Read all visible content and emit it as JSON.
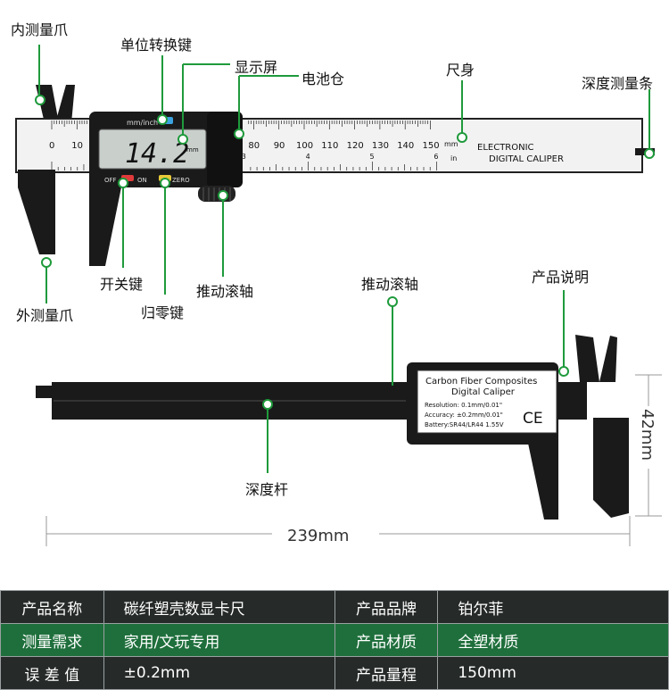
{
  "labels": {
    "inner_jaw": "内测量爪",
    "unit_switch_key": "单位转换键",
    "display_screen": "显示屏",
    "battery_compartment": "电池仓",
    "ruler_body": "尺身",
    "depth_bar_tip": "深度测量条",
    "outer_jaw": "外测量爪",
    "power_key": "开关键",
    "zero_key": "归零键",
    "thumb_roller_top": "推动滚轴",
    "thumb_roller_bottom": "推动滚轴",
    "product_info": "产品说明",
    "depth_rod": "深度杆"
  },
  "caliper_face": {
    "unit_button_label": "mm/inch",
    "reading": "14.2",
    "reading_unit": "mm",
    "off_label": "OFF",
    "on_label": "ON",
    "zero_label": "ZERO",
    "brand_line1": "ELECTRONIC",
    "brand_line2": "DIGITAL CALIPER",
    "scale_mm_unit": "mm",
    "scale_in_unit": "in",
    "mm_ticks": [
      "0",
      "10",
      "80",
      "90",
      "100",
      "110",
      "120",
      "130",
      "140",
      "150"
    ],
    "inch_ticks": [
      "3",
      "4",
      "5",
      "6"
    ]
  },
  "back_label": {
    "title1": "Carbon Fiber Composites",
    "title2": "Digital Caliper",
    "resolution": "Resolution: 0.1mm/0.01\"",
    "accuracy": "Accuracy: ±0.2mm/0.01\"",
    "battery": "Battery:SR44/LR44  1.55V",
    "ce_mark": "CE"
  },
  "dimensions": {
    "length": "239mm",
    "height": "42mm"
  },
  "specs": [
    {
      "key1": "产品名称",
      "val1": "碳纤塑壳数显卡尺",
      "key2": "产品品牌",
      "val2": "铂尔菲"
    },
    {
      "key1": "测量需求",
      "val1": "家用/文玩专用",
      "key2": "产品材质",
      "val2": "全塑材质"
    },
    {
      "key1": "误 差 值",
      "val1": "±0.2mm",
      "key2": "产品量程",
      "val2": "150mm"
    }
  ],
  "colors": {
    "callout_dot": "#1f9a3c",
    "table_dark": "#262a29",
    "table_green": "#1f6f3c",
    "ruler_face": "#f2f2f2",
    "body_black": "#1a1a1a"
  }
}
